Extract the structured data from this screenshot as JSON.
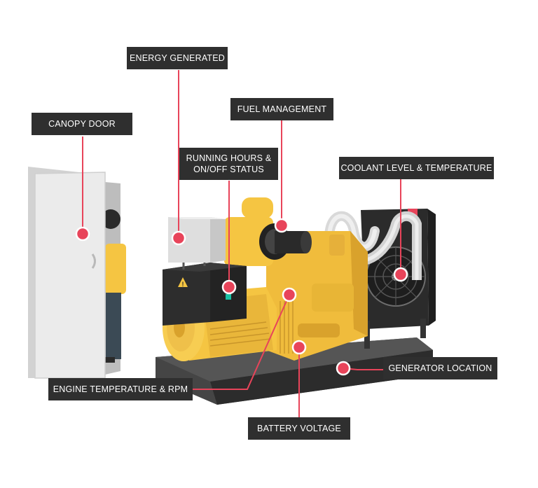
{
  "labels": {
    "energy_generated": "ENERGY GENERATED",
    "canopy_door": "CANOPY DOOR",
    "fuel_management": "FUEL MANAGEMENT",
    "running_hours_line1": "RUNNING HOURS &",
    "running_hours_line2": "ON/OFF STATUS",
    "coolant": "COOLANT LEVEL & TEMPERATURE",
    "generator_location": "GENERATOR LOCATION",
    "engine_temperature": "ENGINE TEMPERATURE & RPM",
    "battery_voltage": "BATTERY VOLTAGE"
  },
  "colors": {
    "label_bg": "#2f2f2f",
    "marker": "#e8445a",
    "engine": "#f5c542",
    "engine_shade": "#e0a82a",
    "frame": "#3a3a3a",
    "radiator": "#2b2b2b",
    "door": "#e9e9e9"
  }
}
